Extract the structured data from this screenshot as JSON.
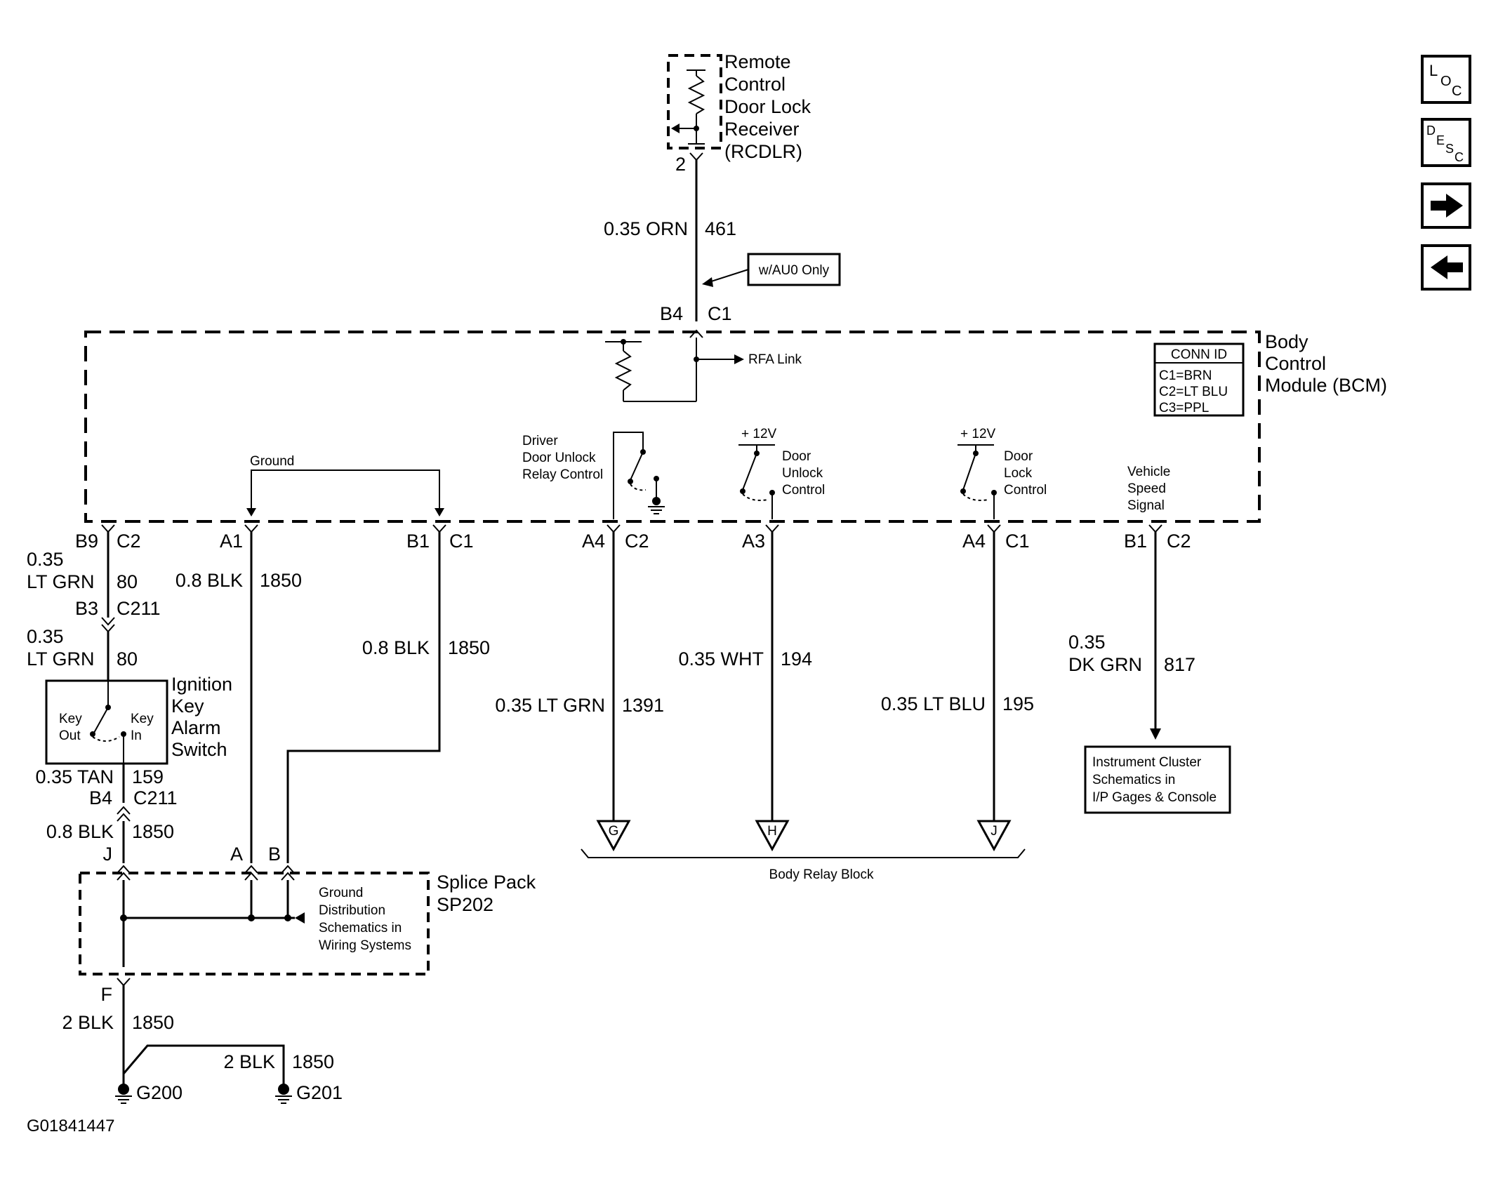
{
  "rcdlr": {
    "name_lines": [
      "Remote",
      "Control",
      "Door Lock",
      "Receiver",
      "(RCDLR)"
    ],
    "pin": "2",
    "wire_gauge_color": "0.35 ORN",
    "wire_circuit": "461",
    "note": "w/AU0 Only"
  },
  "bcm": {
    "name_lines": [
      "Body",
      "Control",
      "Module (BCM)"
    ],
    "top_pin": "B4",
    "top_conn": "C1",
    "rfa_link": "RFA Link",
    "conn_id": {
      "title": "CONN ID",
      "lines": [
        "C1=BRN",
        "C2=LT BLU",
        "C3=PPL"
      ]
    },
    "ground_label": "Ground",
    "driver_relay_lines": [
      "Driver",
      "Door Unlock",
      "Relay Control"
    ],
    "v12_a": "+ 12V",
    "v12_b": "+ 12V",
    "door_unlock_lines": [
      "Door",
      "Unlock",
      "Control"
    ],
    "door_lock_lines": [
      "Door",
      "Lock",
      "Control"
    ],
    "vss_lines": [
      "Vehicle",
      "Speed",
      "Signal"
    ]
  },
  "pins": {
    "b9": "B9",
    "b9_conn": "C2",
    "a1": "A1",
    "b1": "B1",
    "b1_conn": "C1",
    "a4_c2": "A4",
    "a4_c2_conn": "C2",
    "a3": "A3",
    "a4_c1": "A4",
    "a4_c1_conn": "C1",
    "b1_c2": "B1",
    "b1_c2_conn": "C2"
  },
  "wires": {
    "w80_gauge": "0.35",
    "w80_color": "LT GRN",
    "w80_circuit": "80",
    "c211_pin_top": "B3",
    "c211_top": "C211",
    "w80b_gauge": "0.35",
    "w80b_color": "LT GRN",
    "w80b_circuit": "80",
    "w1850_a": "0.8 BLK",
    "w1850_a_circuit": "1850",
    "w1850_b": "0.8 BLK",
    "w1850_b_circuit": "1850",
    "w1391": "0.35 LT GRN",
    "w1391_circuit": "1391",
    "w194": "0.35 WHT",
    "w194_circuit": "194",
    "w195": "0.35 LT BLU",
    "w195_circuit": "195",
    "w817_gauge": "0.35",
    "w817_color": "DK GRN",
    "w817_circuit": "817",
    "w159": "0.35 TAN",
    "w159_circuit": "159",
    "c211_pin_bot": "B4",
    "c211_bot": "C211",
    "w1850_c": "0.8 BLK",
    "w1850_c_circuit": "1850",
    "w1850_d": "2 BLK",
    "w1850_d_circuit": "1850",
    "w1850_e": "2 BLK",
    "w1850_e_circuit": "1850"
  },
  "ignition_switch": {
    "name_lines": [
      "Ignition",
      "Key",
      "Alarm",
      "Switch"
    ],
    "key_out_lines": [
      "Key",
      "Out"
    ],
    "key_in_lines": [
      "Key",
      "In"
    ]
  },
  "splice": {
    "name_lines": [
      "Splice Pack",
      "SP202"
    ],
    "pin_j": "J",
    "pin_a": "A",
    "pin_b": "B",
    "pin_f": "F",
    "ref_lines": [
      "Ground",
      "Distribution",
      "Schematics in",
      "Wiring Systems"
    ]
  },
  "grounds": {
    "g200": "G200",
    "g201": "G201"
  },
  "relay_block": {
    "label": "Body Relay Block",
    "g": "G",
    "h": "H",
    "j": "J"
  },
  "instrument_ref_lines": [
    "Instrument Cluster",
    "Schematics in",
    "I/P Gages & Console"
  ],
  "figure_id": "G01841447",
  "nav": {
    "loc": {
      "l": "L",
      "o": "O",
      "c": "C"
    },
    "desc": {
      "d": "D",
      "e": "E",
      "s": "S",
      "c": "C"
    },
    "next_icon": "arrow-right",
    "prev_icon": "arrow-left"
  }
}
